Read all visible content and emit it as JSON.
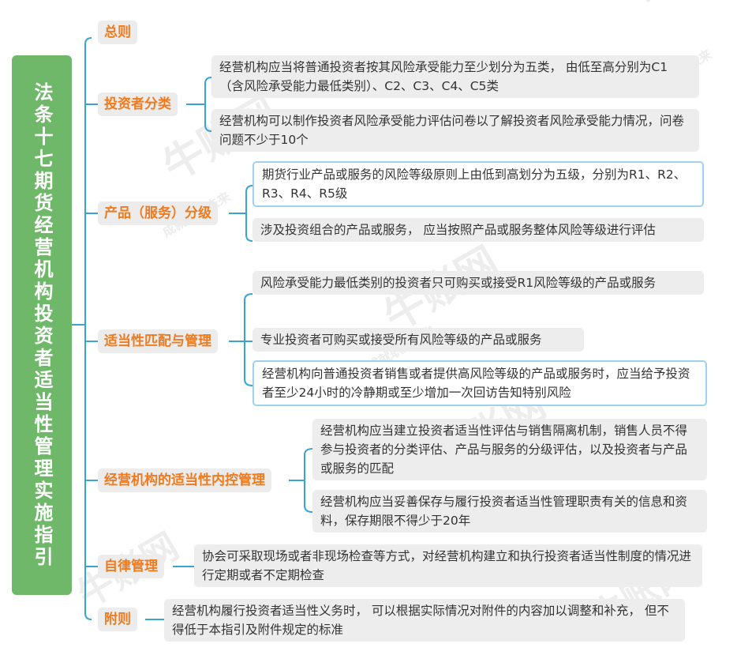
{
  "root": {
    "title": "法条十七期货经营机构投资者适当性管理实施指引"
  },
  "branches": [
    {
      "label": "总则",
      "children": []
    },
    {
      "label": "投资者分类",
      "children": [
        {
          "text": "经营机构应当将普通投资者按其风险承受能力至少划分为五类， 由低至高分别为C1 （含风险承受能力最低类别）、C2、C3、C4、C5类"
        },
        {
          "text": "经营机构可以制作投资者风险承受能力评估问卷以了解投资者风险承受能力情况，问卷问题不少于10个"
        }
      ]
    },
    {
      "label": "产品（服务）分级",
      "children": [
        {
          "text": "期货行业产品或服务的风险等级原则上由低到高划分为五级，分别为R1、R2、R3、R4、R5级"
        },
        {
          "text": "涉及投资组合的产品或服务， 应当按照产品或服务整体风险等级进行评估"
        }
      ]
    },
    {
      "label": "适当性匹配与管理",
      "children": [
        {
          "text": "风险承受能力最低类别的投资者只可购买或接受R1风险等级的产品或服务"
        },
        {
          "text": "专业投资者可购买或接受所有风险等级的产品或服务"
        },
        {
          "text": "经营机构向普通投资者销售或者提供高风险等级的产品或服务时，应当给予投资者至少24小时的冷静期或至少增加一次回访告知特别风险"
        }
      ]
    },
    {
      "label": "经营机构的适当性内控管理",
      "children": [
        {
          "text": "经营机构应当建立投资者适当性评估与销售隔离机制，销售人员不得参与投资者的分类评估、产品与服务的分级评估，以及投资者与产品或服务的匹配"
        },
        {
          "text": "经营机构应当妥善保存与履行投资者适当性管理职责有关的信息和资料，保存期限不得少于20年"
        }
      ]
    },
    {
      "label": "自律管理",
      "children": [
        {
          "text": "协会可采取现场或者非现场检查等方式，对经营机构建立和执行投资者适当性制度的情况进行定期或者不定期检查"
        }
      ]
    },
    {
      "label": "附则",
      "children": [
        {
          "text": "经营机构履行投资者适当性义务时， 可以根据实际情况对附件的内容加以调整和补充， 但不得低于本指引及附件规定的标准"
        }
      ]
    }
  ],
  "watermark": {
    "brand": "牛账网",
    "slogan": "成就职业未来"
  },
  "colors": {
    "root_bg": "#6fb86a",
    "branch_text": "#f07a1e",
    "line": "#3aa3d6",
    "node_bg": "#ececec",
    "selected_border": "#9fd0ee"
  }
}
